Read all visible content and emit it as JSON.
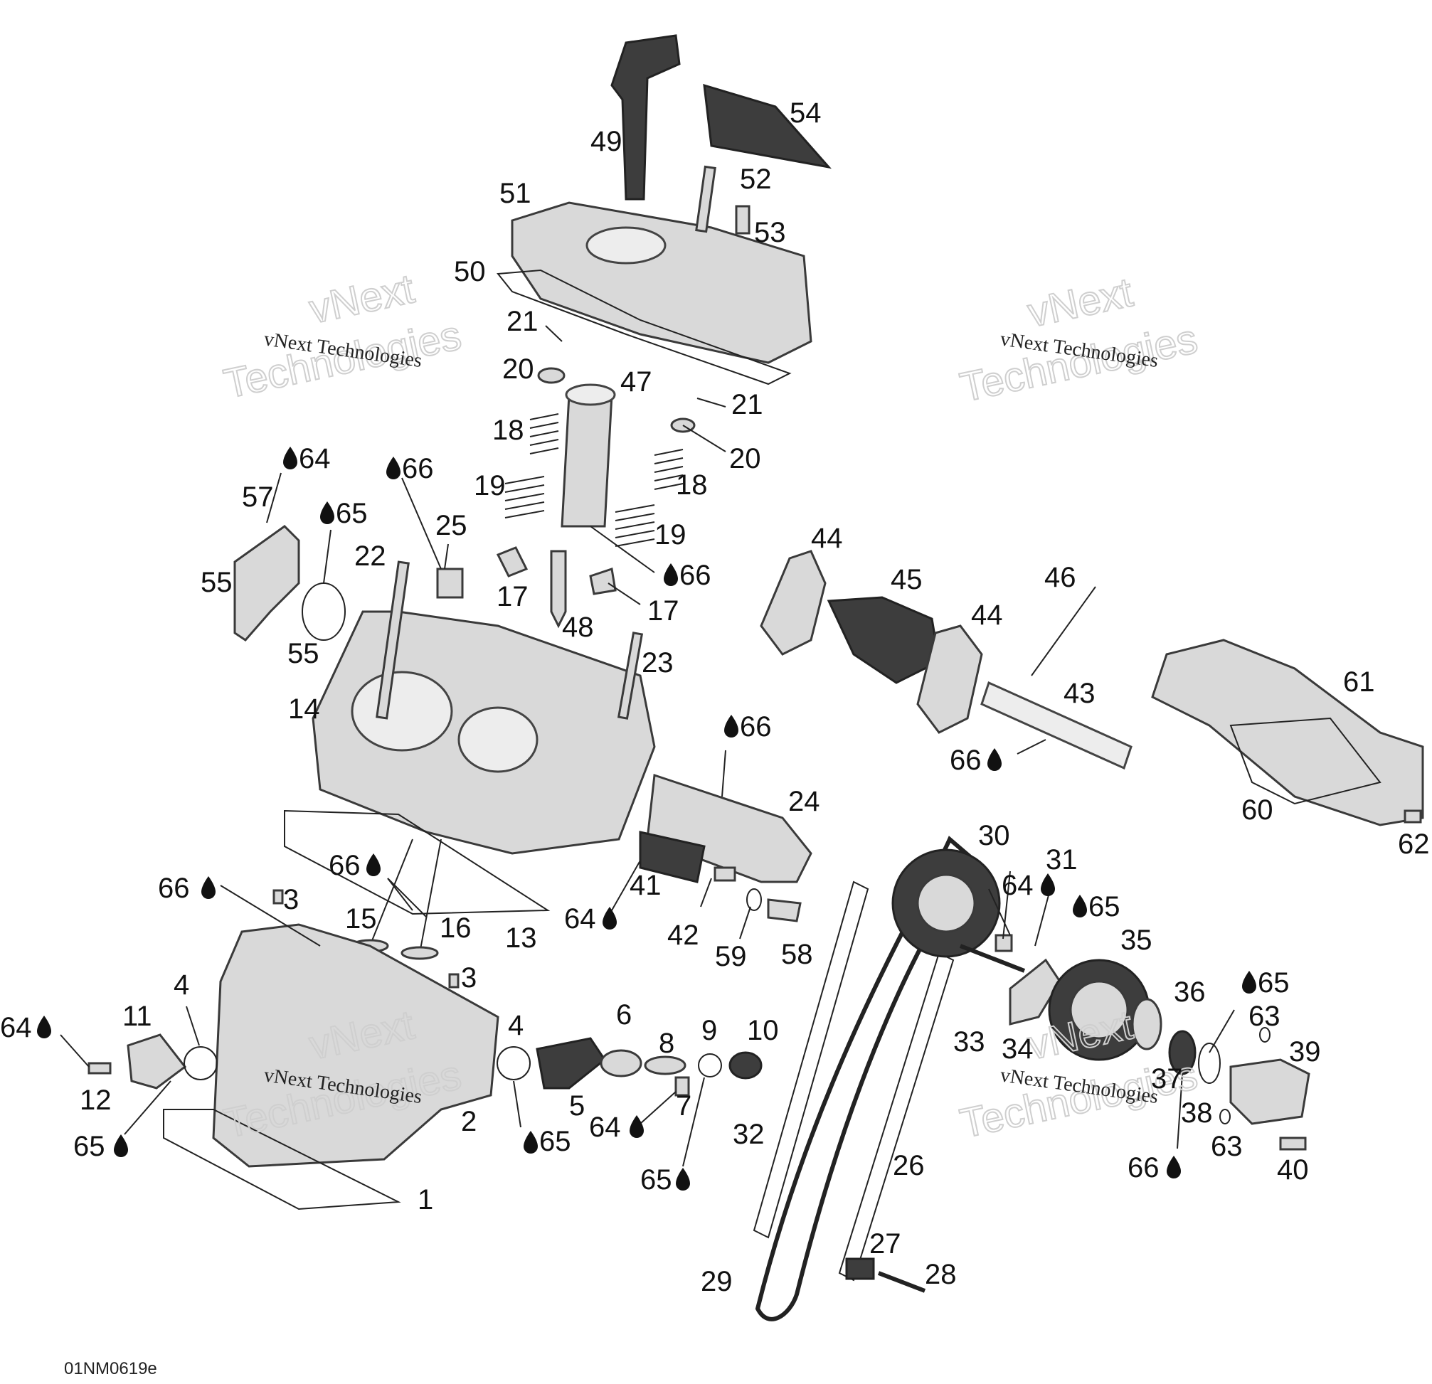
{
  "diagram": {
    "code": "01NM0619e",
    "watermark": {
      "line1": "vNext",
      "line2": "Technologies",
      "line3": "vNext Technologies"
    },
    "callouts": [
      "1",
      "2",
      "3",
      "3",
      "4",
      "4",
      "5",
      "6",
      "7",
      "8",
      "9",
      "10",
      "11",
      "12",
      "13",
      "14",
      "15",
      "16",
      "17",
      "17",
      "18",
      "18",
      "19",
      "19",
      "20",
      "20",
      "21",
      "21",
      "22",
      "23",
      "24",
      "25",
      "26",
      "27",
      "28",
      "29",
      "30",
      "31",
      "32",
      "33",
      "34",
      "35",
      "36",
      "37",
      "38",
      "39",
      "40",
      "41",
      "42",
      "43",
      "44",
      "44",
      "45",
      "46",
      "47",
      "48",
      "49",
      "50",
      "51",
      "52",
      "53",
      "54",
      "55",
      "55",
      "57",
      "58",
      "59",
      "60",
      "61",
      "62",
      "63",
      "63",
      "64",
      "64",
      "64",
      "64",
      "64",
      "64",
      "65",
      "65",
      "65",
      "65",
      "65",
      "65",
      "65",
      "66",
      "66",
      "66",
      "66",
      "66",
      "66",
      "66"
    ]
  }
}
